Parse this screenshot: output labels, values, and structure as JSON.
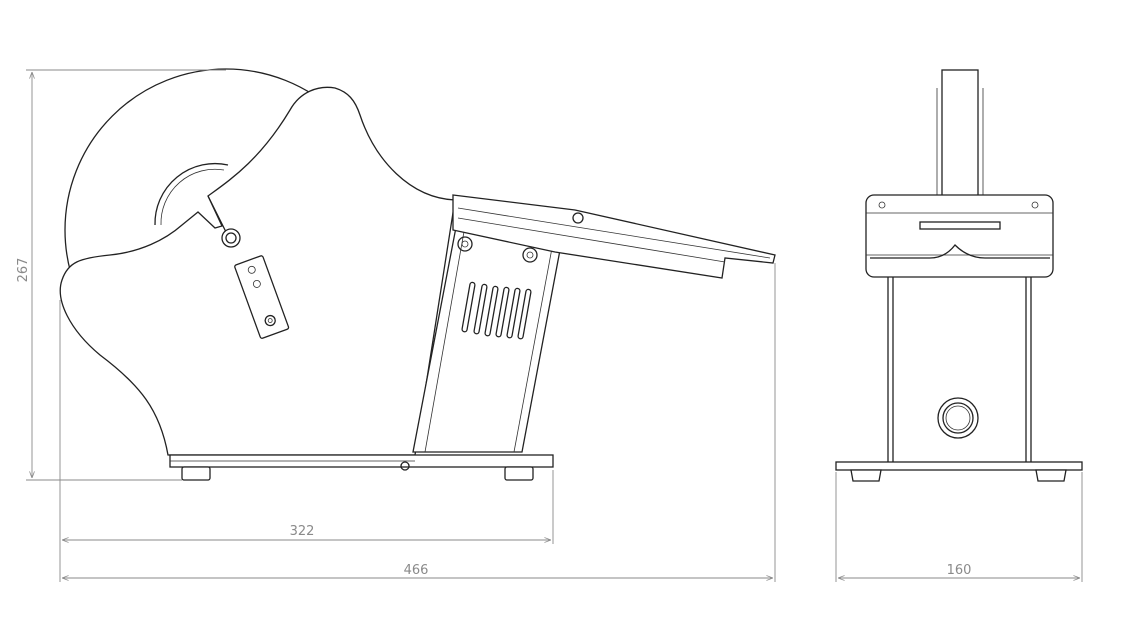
{
  "drawing": {
    "views": [
      "side-view",
      "front-view"
    ],
    "dimensions": {
      "height": "267",
      "base_length": "322",
      "overall_length": "466",
      "width": "160"
    },
    "line_color": "#222222",
    "dimension_color": "#8a8a8a"
  }
}
